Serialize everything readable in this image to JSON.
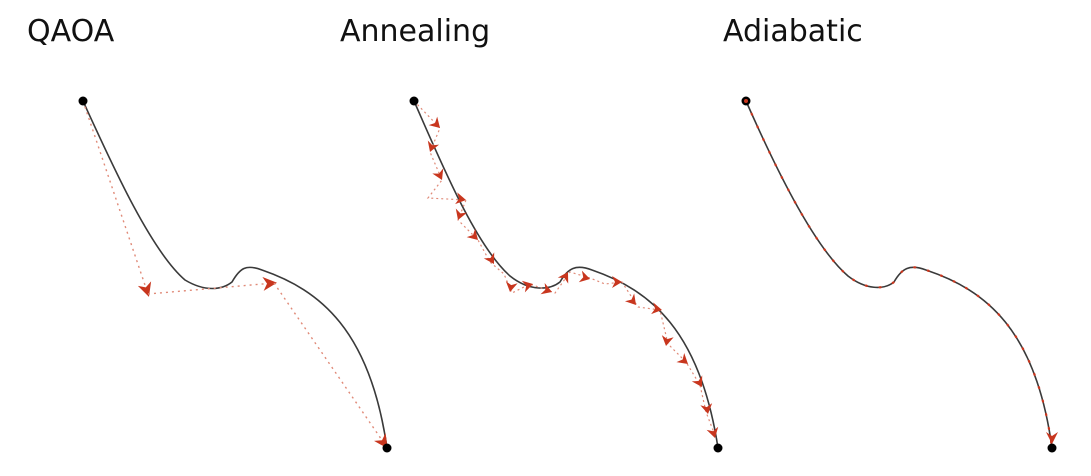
{
  "panels": [
    {
      "title": "QAOA"
    },
    {
      "title": "Annealing"
    },
    {
      "title": "Adiabatic"
    }
  ],
  "colors": {
    "curve": "#3a3a3a",
    "arrow": "#c8361e",
    "endpoint": "#000000"
  }
}
